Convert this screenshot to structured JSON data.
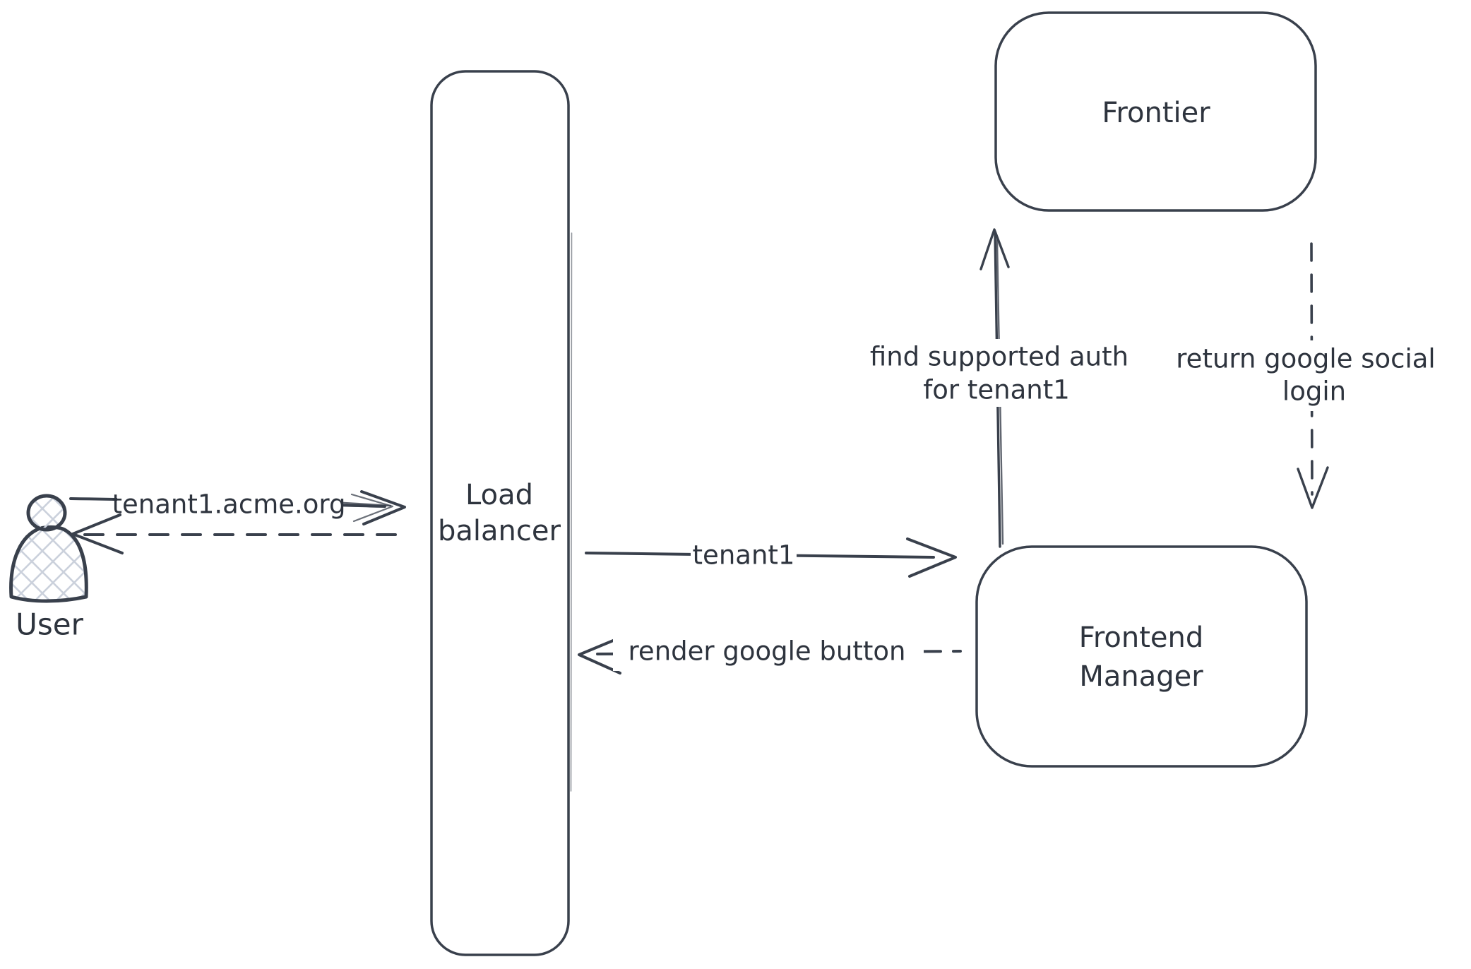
{
  "nodes": {
    "user": {
      "label": "User"
    },
    "load_balancer": {
      "line1": "Load",
      "line2": "balancer"
    },
    "frontier": {
      "label": "Frontier"
    },
    "frontend_manager": {
      "line1": "Frontend",
      "line2": "Manager"
    }
  },
  "edges": {
    "user_to_load_balancer": {
      "label": "tenant1.acme.org",
      "style": "solid",
      "direction": "right"
    },
    "load_balancer_to_user": {
      "label": "",
      "style": "dashed",
      "direction": "left"
    },
    "load_balancer_to_frontend_manager": {
      "label": "tenant1",
      "style": "solid",
      "direction": "right"
    },
    "frontend_manager_to_load_balancer": {
      "label": "render google button",
      "style": "dashed",
      "direction": "left"
    },
    "frontend_manager_to_frontier": {
      "line1": "find supported auth",
      "line2": "for tenant1",
      "style": "solid",
      "direction": "up"
    },
    "frontier_to_frontend_manager": {
      "line1": "return google social",
      "line2": "login",
      "style": "dashed",
      "direction": "down"
    }
  },
  "colors": {
    "stroke": "#39404c",
    "text": "#2e343e",
    "hatch": "#cbd1dc",
    "background": "#ffffff"
  }
}
